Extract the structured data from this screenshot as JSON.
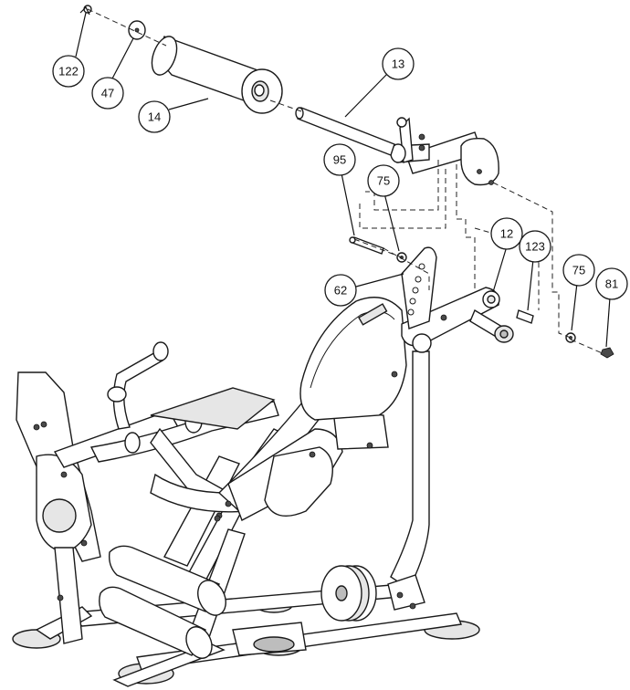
{
  "callouts": {
    "c122": "122",
    "c47": "47",
    "c14": "14",
    "c13": "13",
    "c95": "95",
    "c75a": "75",
    "c12": "12",
    "c123": "123",
    "c75b": "75",
    "c81": "81",
    "c62": "62"
  },
  "colors": {
    "line": "#1a1a1a",
    "fill": "#ffffff",
    "shade": "#e6e6e6"
  }
}
